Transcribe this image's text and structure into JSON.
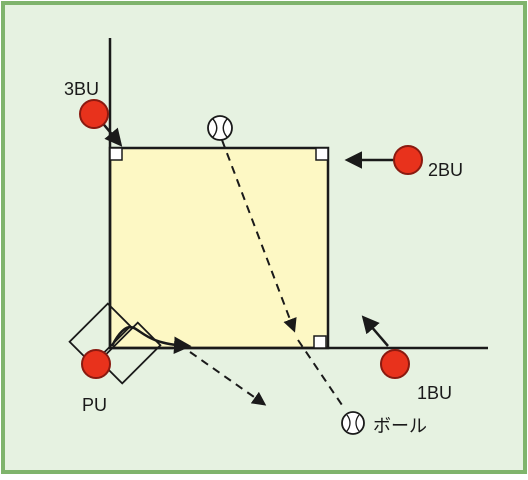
{
  "labels": {
    "third_base_umpire": "3BU",
    "second_base_umpire": "2BU",
    "first_base_umpire": "1BU",
    "plate_umpire": "PU",
    "ball": "ボール"
  },
  "colors": {
    "background": "#e6f2e1",
    "border": "#7fb46c",
    "infield": "#fdf8c4",
    "umpire": "#e8321c",
    "umpire_outline": "#8a1a10",
    "line": "#1a1a1a"
  },
  "icons": {
    "ball": "baseball-icon",
    "umpire": "umpire-marker"
  }
}
